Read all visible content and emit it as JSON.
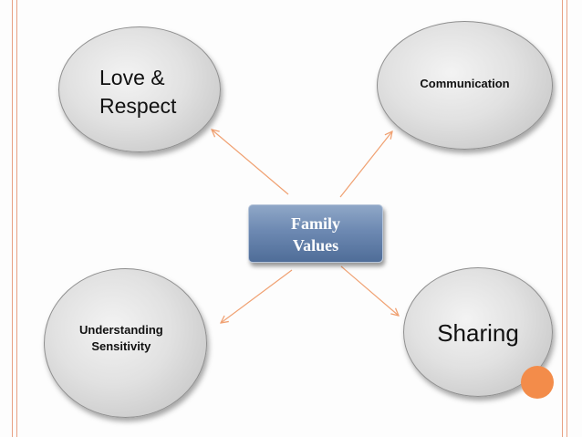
{
  "center": {
    "label": "Family\nValues"
  },
  "nodes": {
    "love_respect": "Love &\nRespect",
    "communication": "Communication",
    "understanding": "Understanding\nSensitivity",
    "sharing": "Sharing"
  },
  "colors": {
    "arrow": "#f0a172",
    "center_box": "#6d89b2",
    "accent_dot": "#f38c4a",
    "border_lines": "#e8a183"
  }
}
